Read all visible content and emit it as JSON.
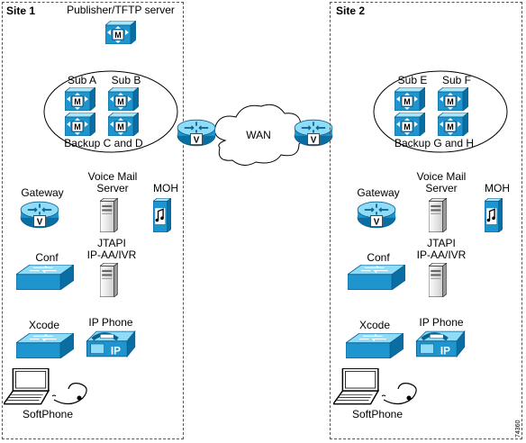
{
  "site1": {
    "title": "Site 1",
    "publisher": "Publisher/TFTP server",
    "sub_a": "Sub A",
    "sub_b": "Sub B",
    "backup": "Backup C and D",
    "gateway": "Gateway",
    "voicemail_line1": "Voice Mail",
    "voicemail_line2": "Server",
    "moh": "MOH",
    "conf": "Conf",
    "jtapi_line1": "JTAPI",
    "jtapi_line2": "IP-AA/IVR",
    "xcode": "Xcode",
    "ipphone": "IP Phone",
    "softphone": "SoftPhone"
  },
  "site2": {
    "title": "Site 2",
    "sub_e": "Sub E",
    "sub_f": "Sub F",
    "backup": "Backup G and H",
    "gateway": "Gateway",
    "voicemail_line1": "Voice Mail",
    "voicemail_line2": "Server",
    "moh": "MOH",
    "conf": "Conf",
    "jtapi_line1": "JTAPI",
    "jtapi_line2": "IP-AA/IVR",
    "xcode": "Xcode",
    "ipphone": "IP Phone",
    "softphone": "SoftPhone"
  },
  "wan": {
    "label": "WAN"
  },
  "icon_marks": {
    "server": "M",
    "router": "V",
    "phone": "IP"
  },
  "figure_id": "74360",
  "colors": {
    "device_blue": "#1e8fc9",
    "device_dark": "#0b5f8c",
    "device_light": "#7fd0f0"
  }
}
